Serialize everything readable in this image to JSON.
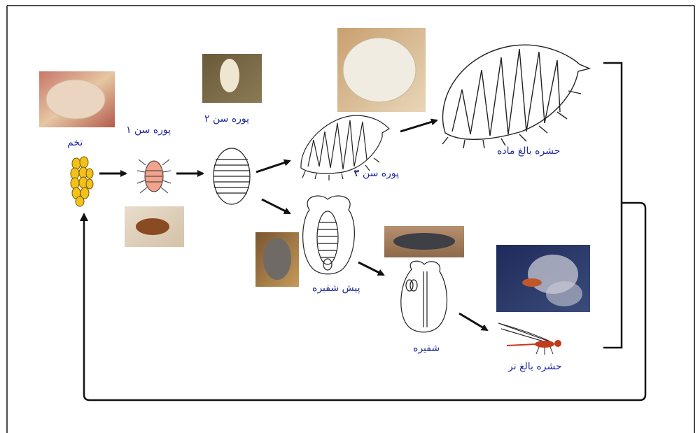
{
  "labels": {
    "egg": "تخم",
    "nymph1": "پوره سن ۱",
    "nymph2": "پوره سن ۲",
    "nymph3": "پوره سن ۳",
    "adult_female": "حشره بالغ ماده",
    "prepupa": "پیش شفیره",
    "pupa": "شفیره",
    "adult_male": "حشره بالغ نر"
  },
  "colors": {
    "label": "#1f2a9a",
    "arrow": "#111111",
    "egg": "#f2c21b",
    "nymph1": "#f2a38e"
  }
}
